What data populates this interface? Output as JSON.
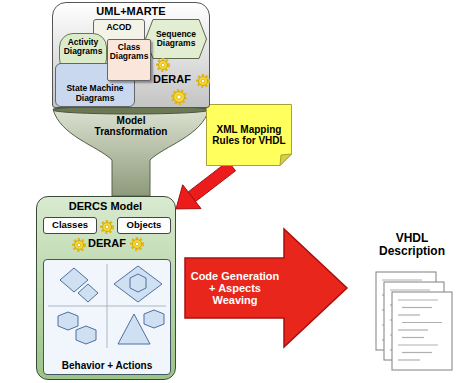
{
  "diagram": {
    "nodes": [
      {
        "text": [
          "UML+MARTE"
        ]
      },
      {
        "text": [
          "ACOD"
        ],
        "in": 0
      },
      {
        "text": [
          "Sequence Diagrams"
        ],
        "in": 0
      },
      {
        "text": [
          "Activity Diagrams"
        ],
        "in": 0
      },
      {
        "text": [
          "Class Diagrams"
        ],
        "in": 0
      },
      {
        "text": [
          "State Machine Diagrams"
        ],
        "in": 0
      },
      {
        "text": [
          "Model Transformation"
        ]
      },
      {
        "text": [
          "XML Mapping Rules for VHDL"
        ]
      },
      {
        "text": [
          "DERCS Model"
        ]
      },
      {
        "text": [
          "Classes"
        ],
        "in": 8
      },
      {
        "text": [
          "Objects"
        ],
        "in": 8
      },
      {
        "text": [
          "Behavior + Actions"
        ],
        "in": 8
      },
      {
        "text": [
          "Code Generation + Aspects Weaving"
        ]
      },
      {
        "text": [
          "VHDL Description"
        ]
      }
    ],
    "edges": [
      {
        "from": 7,
        "to": 8,
        "arrow": "to"
      }
    ],
    "labels": [
      "DERAF",
      "DERAF"
    ]
  }
}
